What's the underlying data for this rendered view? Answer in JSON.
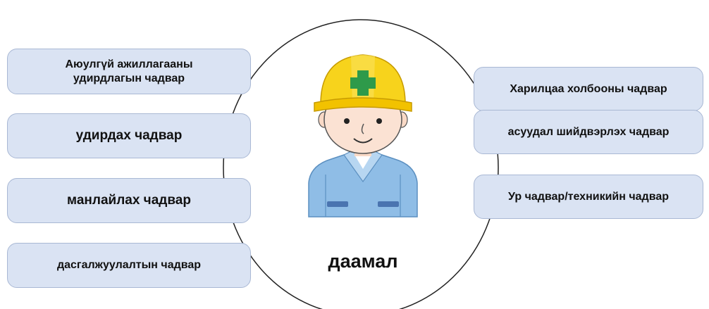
{
  "center": {
    "label": "даамал",
    "figure_icon": "worker-hardhat-icon"
  },
  "left_skills": [
    {
      "label": "Аюулгүй ажиллагааны удирдлагын чадвар"
    },
    {
      "label": "удирдах чадвар"
    },
    {
      "label": "манлайлах чадвар"
    },
    {
      "label": "дасгалжуулалтын чадвар"
    }
  ],
  "right_skills": [
    {
      "label": "Харилцаа холбооны чадвар"
    },
    {
      "label": "асуудал шийдвэрлэх чадвар"
    },
    {
      "label": "Ур чадвар/техникийн чадвар"
    }
  ],
  "colors": {
    "box_fill": "#dae3f3",
    "box_border": "#a9b8d4",
    "helmet": "#f7d31c",
    "cross": "#2e9a4a",
    "uniform": "#8fbde6"
  }
}
